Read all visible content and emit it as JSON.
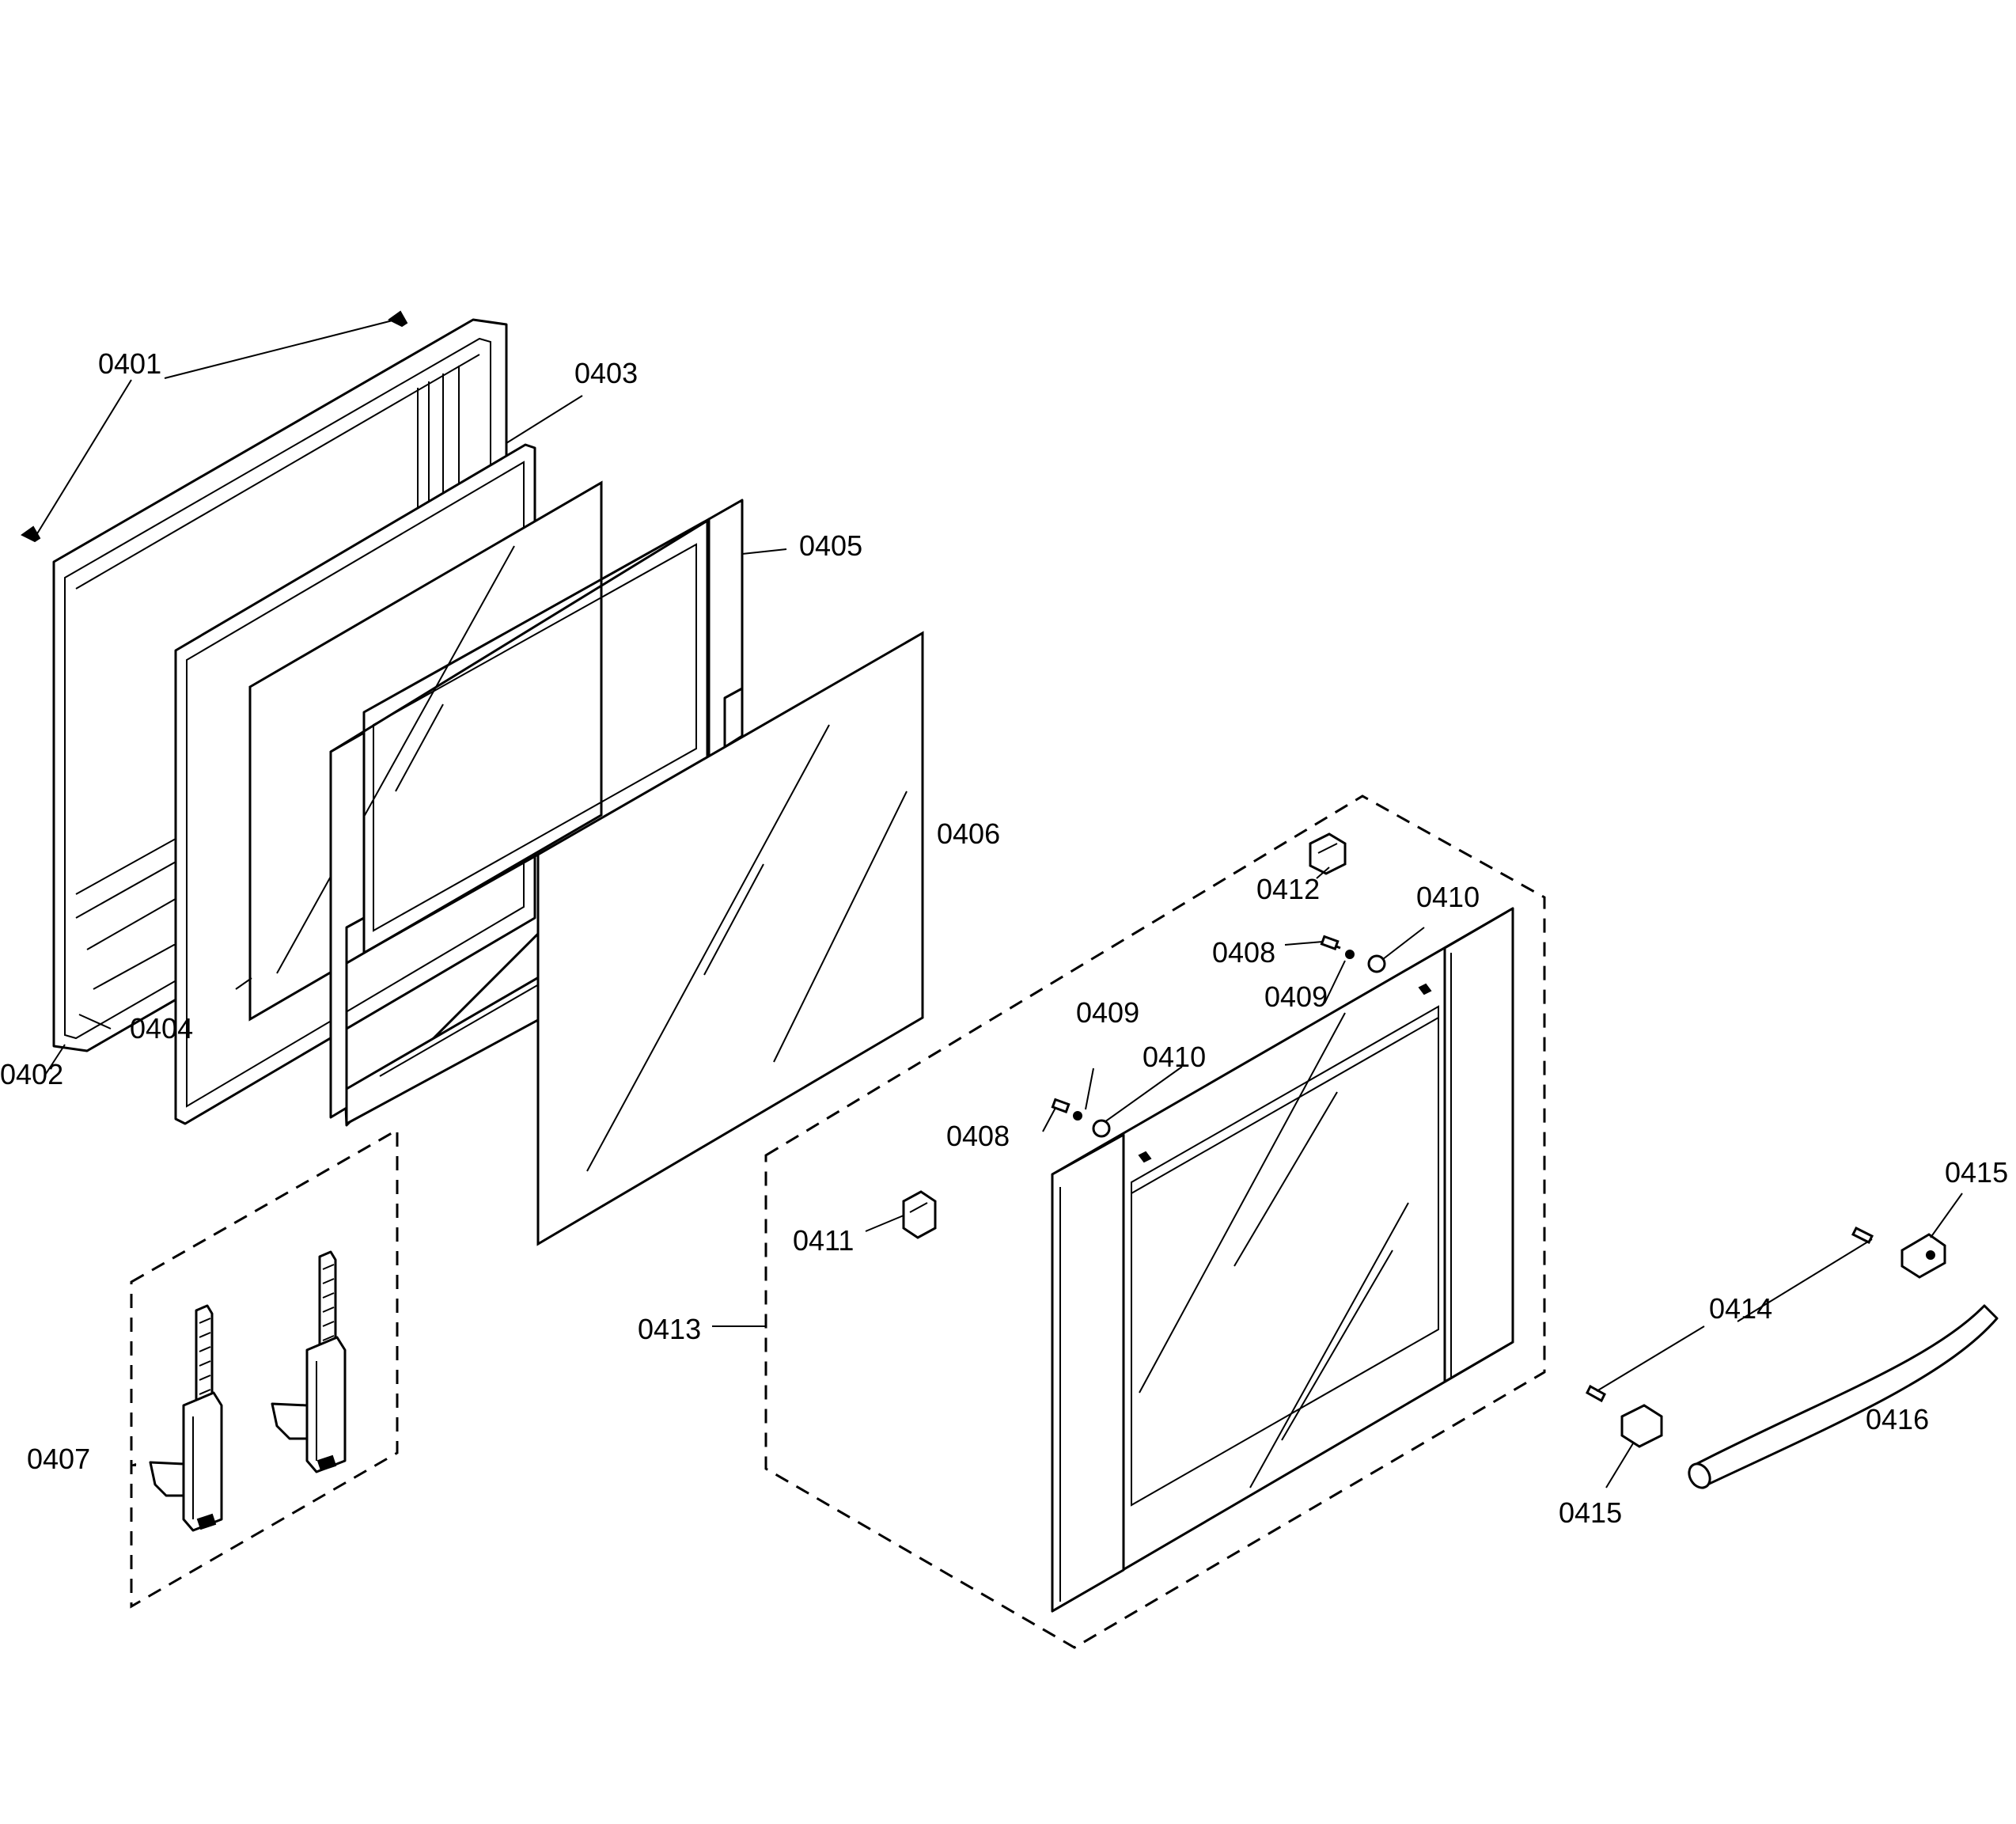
{
  "callouts": [
    {
      "id": "0401",
      "text": "0401"
    },
    {
      "id": "0402",
      "text": "0402"
    },
    {
      "id": "0403",
      "text": "0403"
    },
    {
      "id": "0404",
      "text": "0404"
    },
    {
      "id": "0405",
      "text": "0405"
    },
    {
      "id": "0406",
      "text": "0406"
    },
    {
      "id": "0407",
      "text": "0407"
    },
    {
      "id": "0408a",
      "text": "0408"
    },
    {
      "id": "0408b",
      "text": "0408"
    },
    {
      "id": "0409a",
      "text": "0409"
    },
    {
      "id": "0409b",
      "text": "0409"
    },
    {
      "id": "0410a",
      "text": "0410"
    },
    {
      "id": "0410b",
      "text": "0410"
    },
    {
      "id": "0411",
      "text": "0411"
    },
    {
      "id": "0412",
      "text": "0412"
    },
    {
      "id": "0413",
      "text": "0413"
    },
    {
      "id": "0414",
      "text": "0414"
    },
    {
      "id": "0415a",
      "text": "0415"
    },
    {
      "id": "0415b",
      "text": "0415"
    },
    {
      "id": "0416",
      "text": "0416"
    }
  ]
}
